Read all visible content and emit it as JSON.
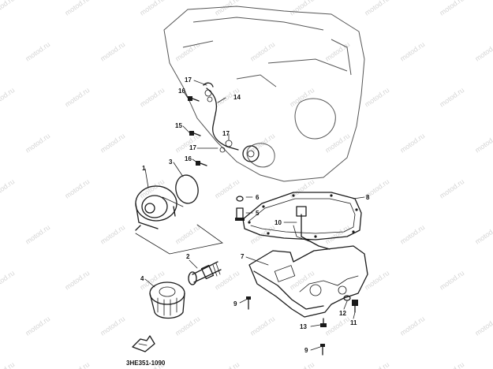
{
  "watermark": "motod.ru",
  "diagram_code": "3HE351-1090",
  "callouts": [
    "1",
    "2",
    "3",
    "4",
    "5",
    "6",
    "7",
    "8",
    "9",
    "10",
    "11",
    "12",
    "13",
    "14",
    "15",
    "16",
    "17"
  ],
  "colors": {
    "ink": "#1a1a1a",
    "watermark": "#d5d5d5",
    "background": "#ffffff"
  }
}
